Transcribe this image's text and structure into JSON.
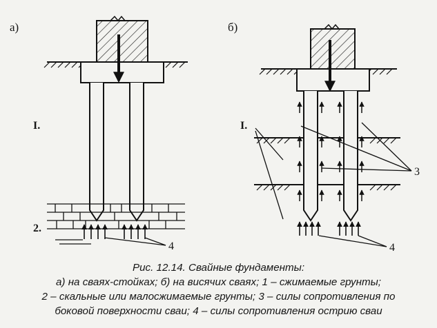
{
  "figure": {
    "panel_a": "а)",
    "panel_b": "б)",
    "layer_1_a": "I.",
    "layer_2_a": "2.",
    "layer_1_b": "I.",
    "label_3": "3",
    "label_4_a": "4",
    "label_4_b": "4"
  },
  "caption": {
    "title": "Рис. 12.14. Свайные фундаменты:",
    "line1": "а) на сваях-стойках; б) на висячих сваях; 1 – сжимаемые грунты;",
    "line2": "2 – скальные или малосжимаемые грунты; 3 – силы сопротивления по",
    "line3": "боковой поверхности сваи; 4 – силы сопротивления острию сваи"
  }
}
